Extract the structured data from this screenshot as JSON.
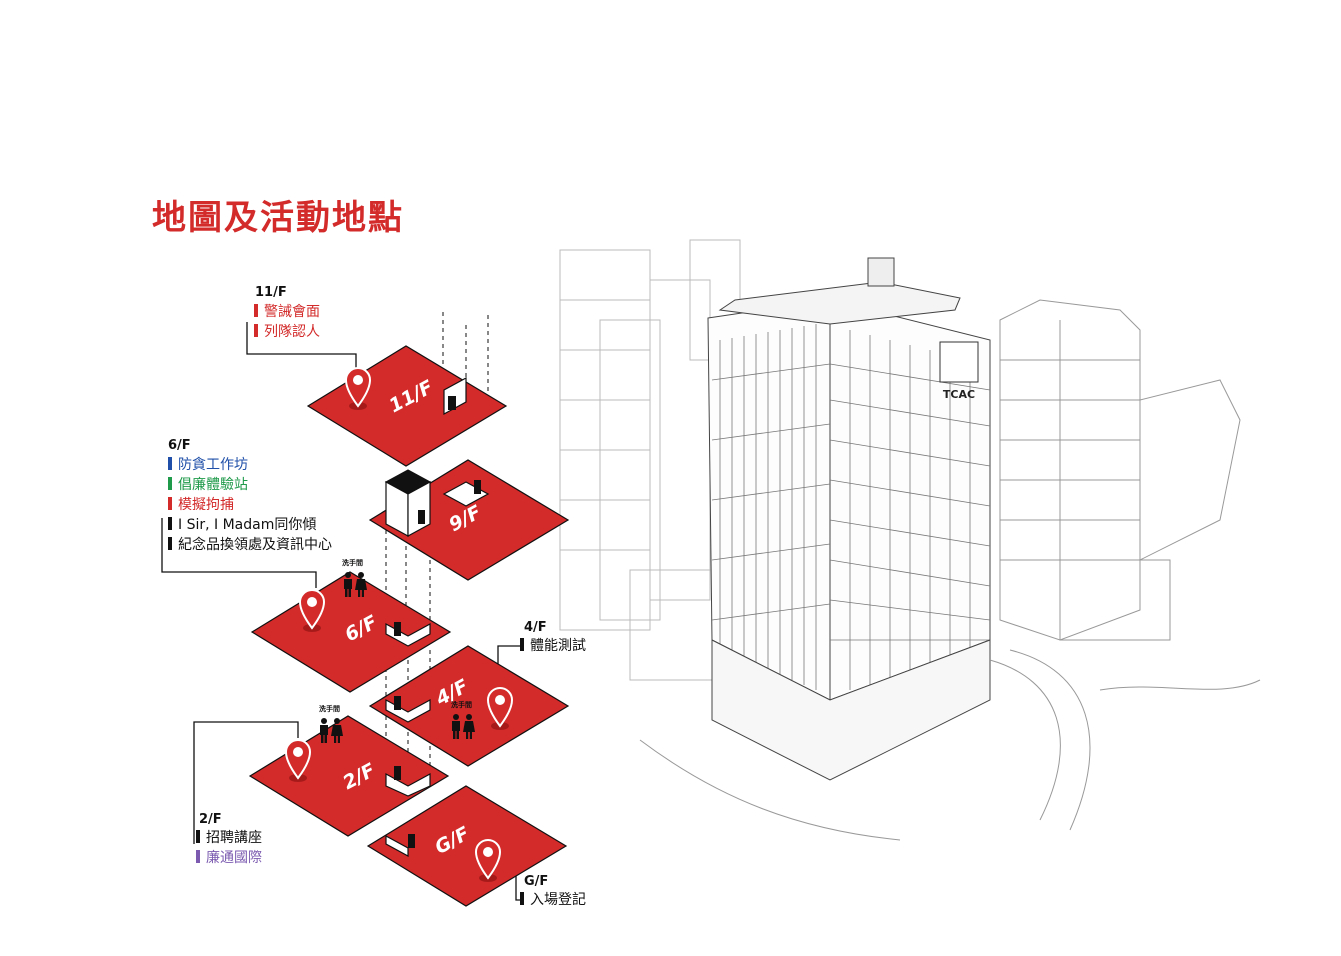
{
  "title": "地圖及活動地點",
  "floors": {
    "f11": {
      "label": "11/F",
      "plate": "11/F",
      "activities": [
        {
          "text": "警誡會面",
          "color": "#d32a2a"
        },
        {
          "text": "列隊認人",
          "color": "#d32a2a"
        }
      ]
    },
    "f9": {
      "plate": "9/F"
    },
    "f6": {
      "label": "6/F",
      "plate": "6/F",
      "activities": [
        {
          "text": "防貪工作坊",
          "color": "#1f4fa8"
        },
        {
          "text": "倡廉體驗站",
          "color": "#1f9a4a"
        },
        {
          "text": "模擬拘捕",
          "color": "#d32a2a"
        },
        {
          "text": "I Sir, I Madam同你傾",
          "color": "#111111"
        },
        {
          "text": "紀念品換領處及資訊中心",
          "color": "#111111"
        }
      ]
    },
    "f4": {
      "label": "4/F",
      "plate": "4/F",
      "activities": [
        {
          "text": "體能測試",
          "color": "#111111"
        }
      ]
    },
    "f2": {
      "label": "2/F",
      "plate": "2/F",
      "activities": [
        {
          "text": "招聘講座",
          "color": "#111111"
        },
        {
          "text": "廉通國際",
          "color": "#7b5ab0"
        }
      ]
    },
    "gf": {
      "label": "G/F",
      "plate": "G/F",
      "activities": [
        {
          "text": "入場登記",
          "color": "#111111"
        }
      ]
    }
  },
  "washroom_label": "洗手間",
  "building_sign": "TCAC",
  "colors": {
    "floor_red": "#d32a2a",
    "title_red": "#d32a2a"
  }
}
